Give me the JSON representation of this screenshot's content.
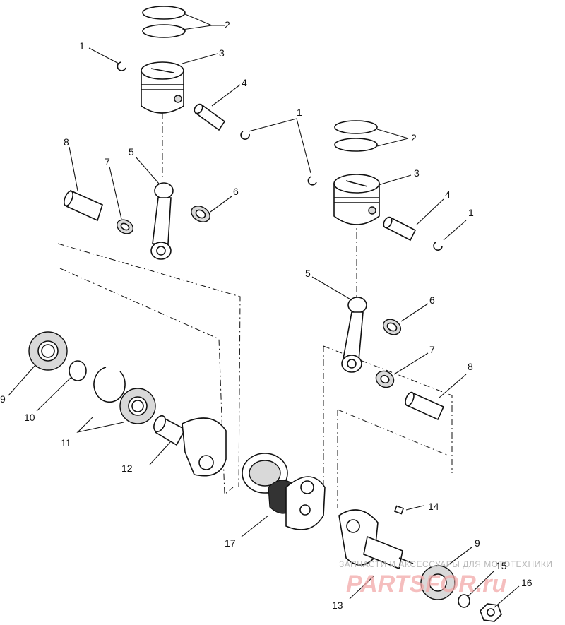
{
  "callouts": [
    {
      "id": "c2a",
      "text": "2"
    },
    {
      "id": "c1a",
      "text": "1"
    },
    {
      "id": "c3a",
      "text": "3"
    },
    {
      "id": "c4a",
      "text": "4"
    },
    {
      "id": "c1b",
      "text": "1"
    },
    {
      "id": "c2b",
      "text": "2"
    },
    {
      "id": "c3b",
      "text": "3"
    },
    {
      "id": "c8a",
      "text": "8"
    },
    {
      "id": "c7a",
      "text": "7"
    },
    {
      "id": "c5a",
      "text": "5"
    },
    {
      "id": "c6a",
      "text": "6"
    },
    {
      "id": "c4b",
      "text": "4"
    },
    {
      "id": "c1c",
      "text": "1"
    },
    {
      "id": "c5b",
      "text": "5"
    },
    {
      "id": "c6b",
      "text": "6"
    },
    {
      "id": "c7b",
      "text": "7"
    },
    {
      "id": "c8b",
      "text": "8"
    },
    {
      "id": "c9a",
      "text": "9"
    },
    {
      "id": "c10",
      "text": "10"
    },
    {
      "id": "c11",
      "text": "11"
    },
    {
      "id": "c12",
      "text": "12"
    },
    {
      "id": "c17",
      "text": "17"
    },
    {
      "id": "c14",
      "text": "14"
    },
    {
      "id": "c9b",
      "text": "9"
    },
    {
      "id": "c15",
      "text": "15"
    },
    {
      "id": "c16",
      "text": "16"
    },
    {
      "id": "c13",
      "text": "13"
    }
  ],
  "watermark": {
    "caption": "ЗАПЧАСТИ И АКСЕССУАРЫ ДЛЯ МОТОТЕХНИКИ",
    "logo": "PARTSFOR.ru"
  }
}
